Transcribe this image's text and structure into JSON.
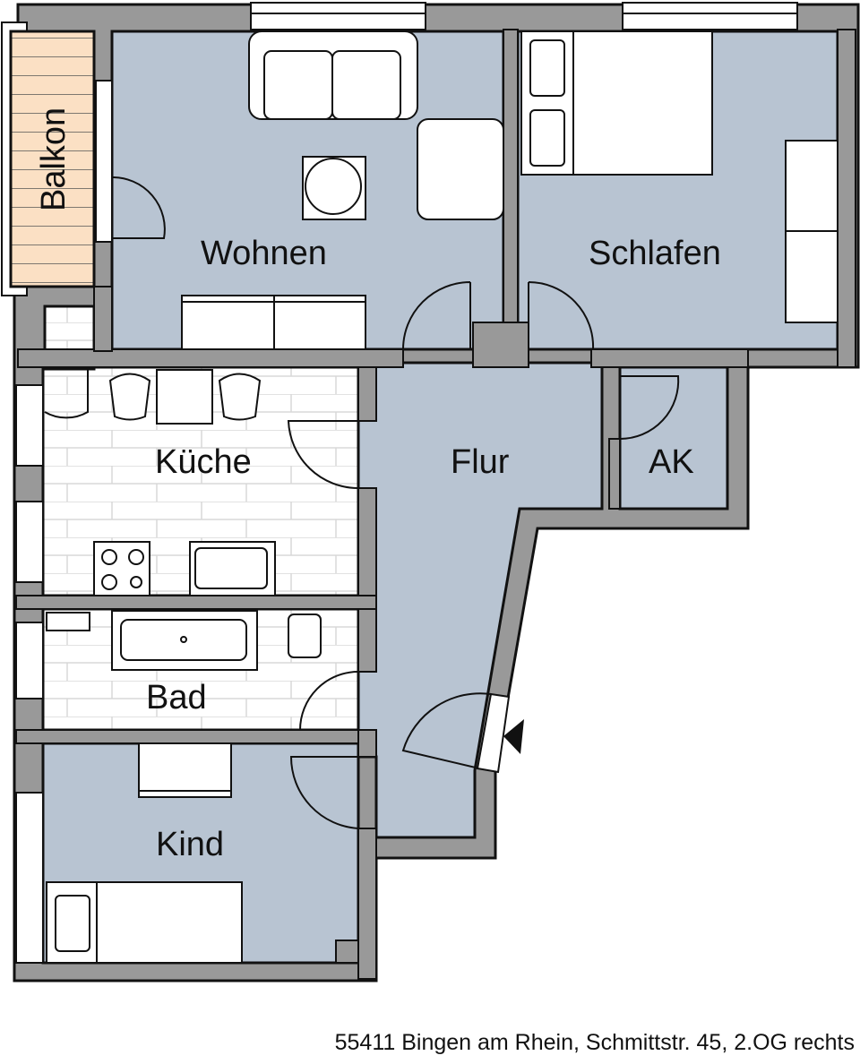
{
  "rooms": {
    "balkon": "Balkon",
    "wohnen": "Wohnen",
    "schlafen": "Schlafen",
    "kueche": "Küche",
    "flur": "Flur",
    "ak": "AK",
    "bad": "Bad",
    "kind": "Kind"
  },
  "address": "55411 Bingen am Rhein, Schmittstr. 45, 2.OG rechts",
  "colors": {
    "wall": "#999999",
    "room": "#b8c4d2",
    "balcony": "#fbe0c4",
    "tile_line": "#d8d8d8"
  }
}
